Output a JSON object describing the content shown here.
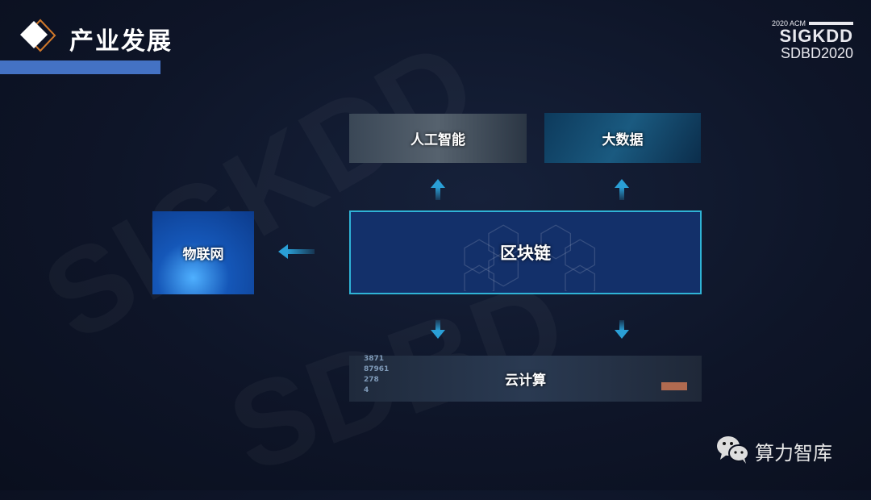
{
  "header": {
    "title": "产业发展"
  },
  "logo": {
    "line1": "2020 ACM",
    "line2": "SIGKDD",
    "line3": "SDBD2020"
  },
  "diagram": {
    "center": "区块链",
    "ai": "人工智能",
    "bigdata": "大数据",
    "iot": "物联网",
    "cloud": "云计算",
    "cloud_image_stats": [
      "3871",
      "87961",
      "278",
      "4"
    ]
  },
  "footer": {
    "brand": "算力智库"
  },
  "colors": {
    "accent": "#4472c4",
    "center_border": "#2fb3d6",
    "arrow": "#2a9fd6"
  }
}
